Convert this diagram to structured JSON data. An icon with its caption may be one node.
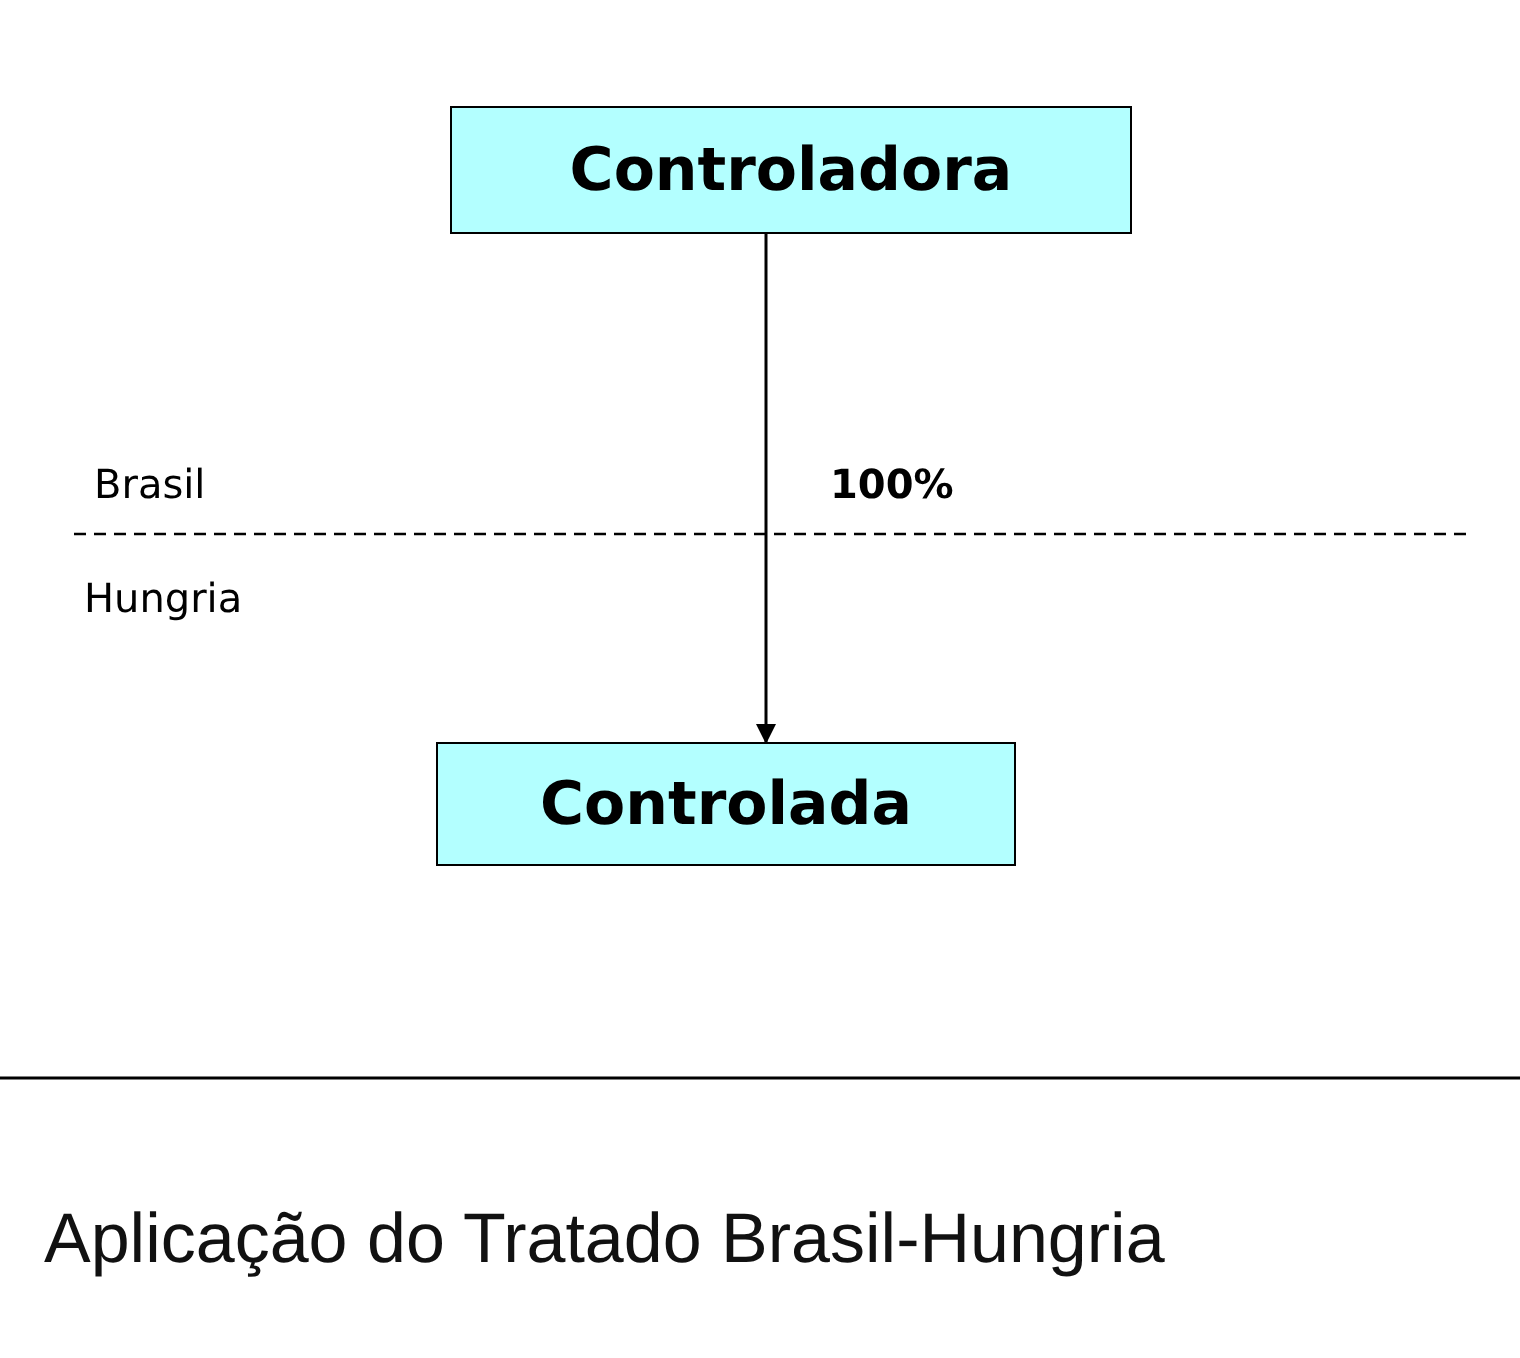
{
  "diagram": {
    "caption": "Aplicação do Tratado Brasil-Hungria",
    "nodes": [
      {
        "text": [
          "Controladora"
        ]
      },
      {
        "text": [
          "Controlada"
        ]
      }
    ],
    "edges": [
      {
        "from": 0,
        "to": 1,
        "arrow": "to",
        "label": "100%"
      }
    ],
    "labels": [
      "Brasil",
      "Hungria"
    ]
  }
}
